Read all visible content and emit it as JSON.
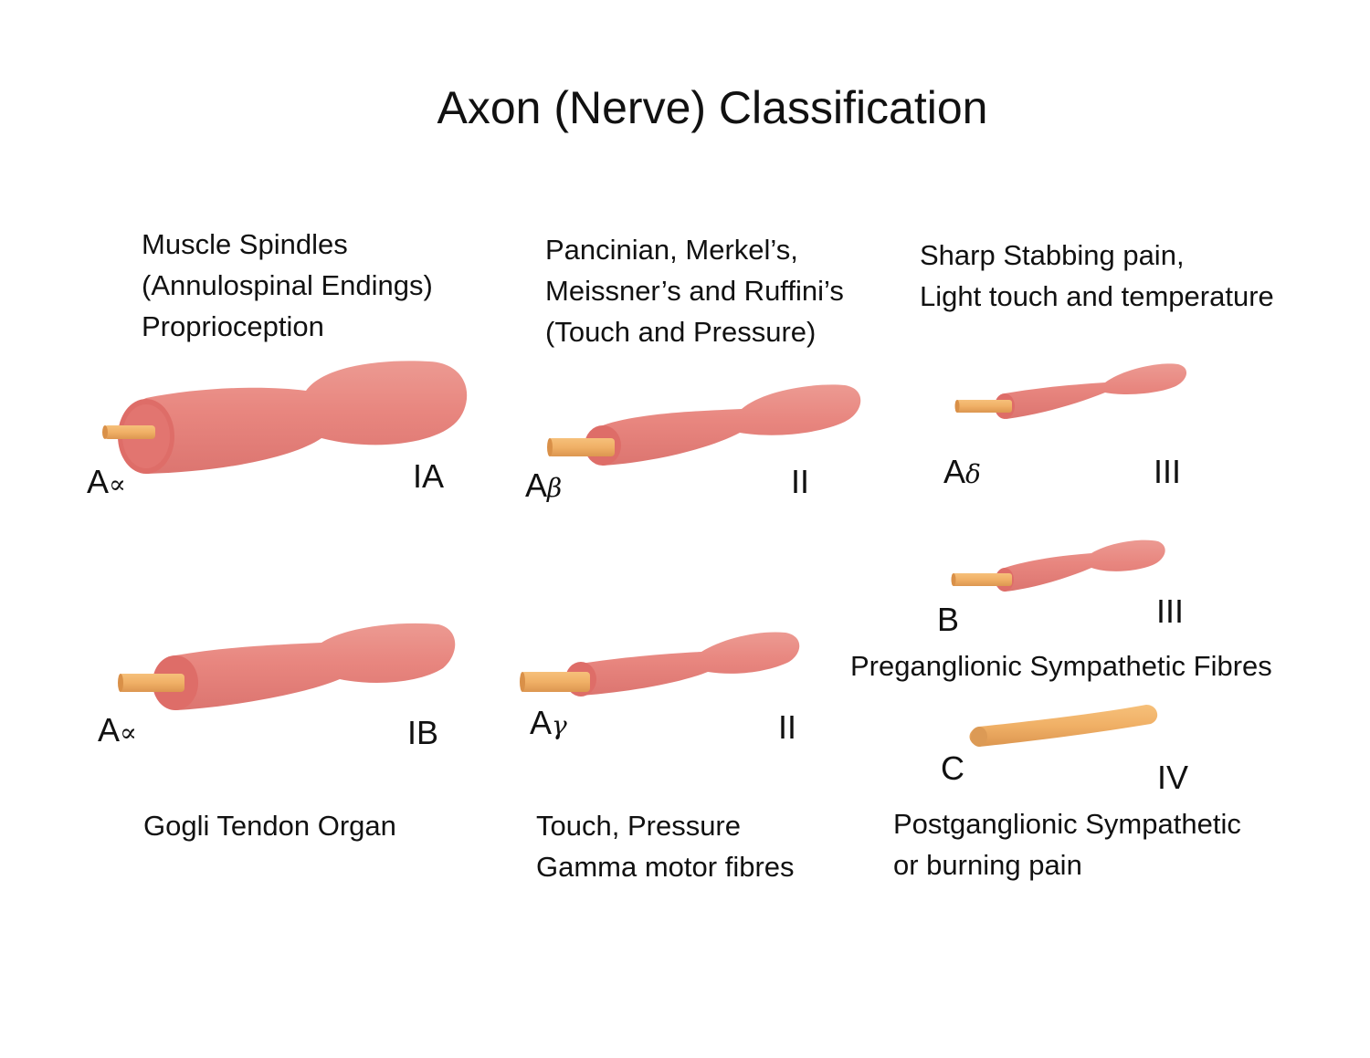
{
  "title": "Axon (Nerve) Classification",
  "colors": {
    "myelin": "#e8867f",
    "myelin_edge": "#d96b66",
    "myelin_end": "#e06a66",
    "axon": "#f0b066",
    "axon_dark": "#d99048",
    "background": "#ffffff"
  },
  "descriptions": {
    "aalpha_ia": [
      "Muscle Spindles",
      "(Annulospinal Endings)",
      "Proprioception"
    ],
    "abeta_ii": [
      "Pancinian, Merkel’s,",
      "Meissner’s and Ruffini’s",
      "(Touch and Pressure)"
    ],
    "adelta_iii": [
      "Sharp Stabbing pain,",
      "Light touch and temperature"
    ],
    "aalpha_ib": [
      "Gogli Tendon Organ"
    ],
    "agamma_ii": [
      "Touch, Pressure",
      "Gamma motor fibres"
    ],
    "b_iii": [
      "Preganglionic Sympathetic Fibres"
    ],
    "c_iv": [
      "Postganglionic Sympathetic",
      "or burning pain"
    ]
  },
  "fibers": {
    "aalpha_ia": {
      "letter": "A",
      "greek": "∝",
      "group": "IA"
    },
    "abeta_ii": {
      "letter": "A",
      "greek": "β",
      "group": "II"
    },
    "adelta_iii": {
      "letter": "A",
      "greek": "δ",
      "group": "III"
    },
    "aalpha_ib": {
      "letter": "A",
      "greek": "∝",
      "group": "IB"
    },
    "agamma_ii": {
      "letter": "A",
      "greek": "γ",
      "group": "II"
    },
    "b_iii": {
      "letter": "B",
      "greek": "",
      "group": "III"
    },
    "c_iv": {
      "letter": "C",
      "greek": "",
      "group": "IV"
    }
  }
}
